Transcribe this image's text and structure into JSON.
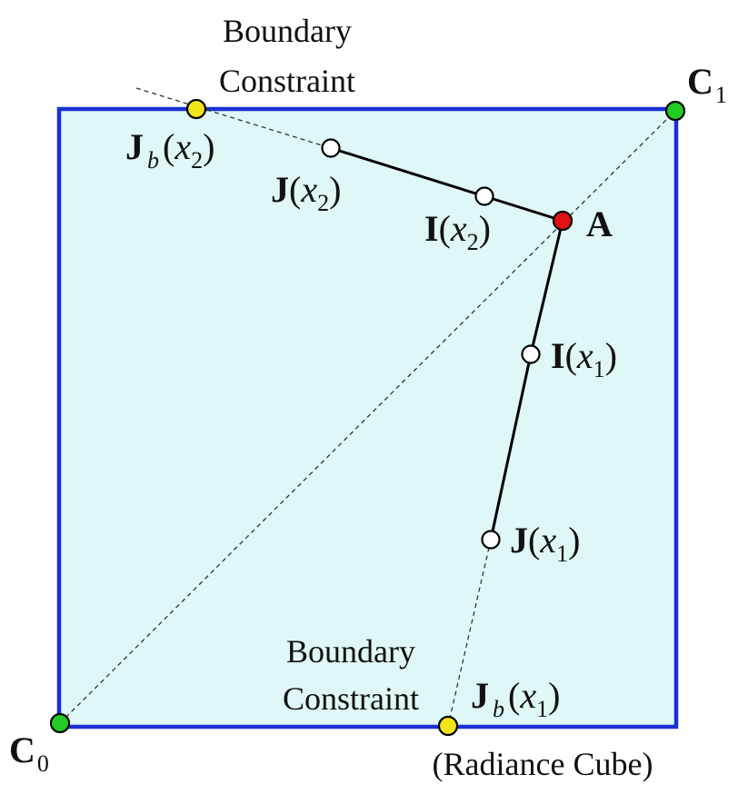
{
  "colors": {
    "cube_fill": "#dff7f7",
    "cube_border": "#1a2fd4",
    "corner_point": "#22cc22",
    "boundary_point": "#f2e41a",
    "point_A": "#e31212",
    "open_point": "#ffffff"
  },
  "boundary_constraint_top": {
    "line1": "Boundary",
    "line2": "Constraint"
  },
  "boundary_constraint_bottom": {
    "line1": "Boundary",
    "line2": "Constraint"
  },
  "cube_caption": "(Radiance Cube)",
  "corners": {
    "c0": {
      "main": "C",
      "sub": "0"
    },
    "c1": {
      "main": "C",
      "sub": "1"
    }
  },
  "point_A": "A",
  "labels": {
    "jb_x2": {
      "bold": "J",
      "sub": "b",
      "open": "(",
      "var": "x",
      "var_sub": "2",
      "close": ")"
    },
    "j_x2": {
      "bold": "J",
      "open": "(",
      "var": "x",
      "var_sub": "2",
      "close": ")"
    },
    "i_x2": {
      "bold": "I",
      "open": "(",
      "var": "x",
      "var_sub": "2",
      "close": ")"
    },
    "i_x1": {
      "bold": "I",
      "open": "(",
      "var": "x",
      "var_sub": "1",
      "close": ")"
    },
    "j_x1": {
      "bold": "J",
      "open": "(",
      "var": "x",
      "var_sub": "1",
      "close": ")"
    },
    "jb_x1": {
      "bold": "J",
      "sub": "b",
      "open": "(",
      "var": "x",
      "var_sub": "1",
      "close": ")"
    }
  }
}
